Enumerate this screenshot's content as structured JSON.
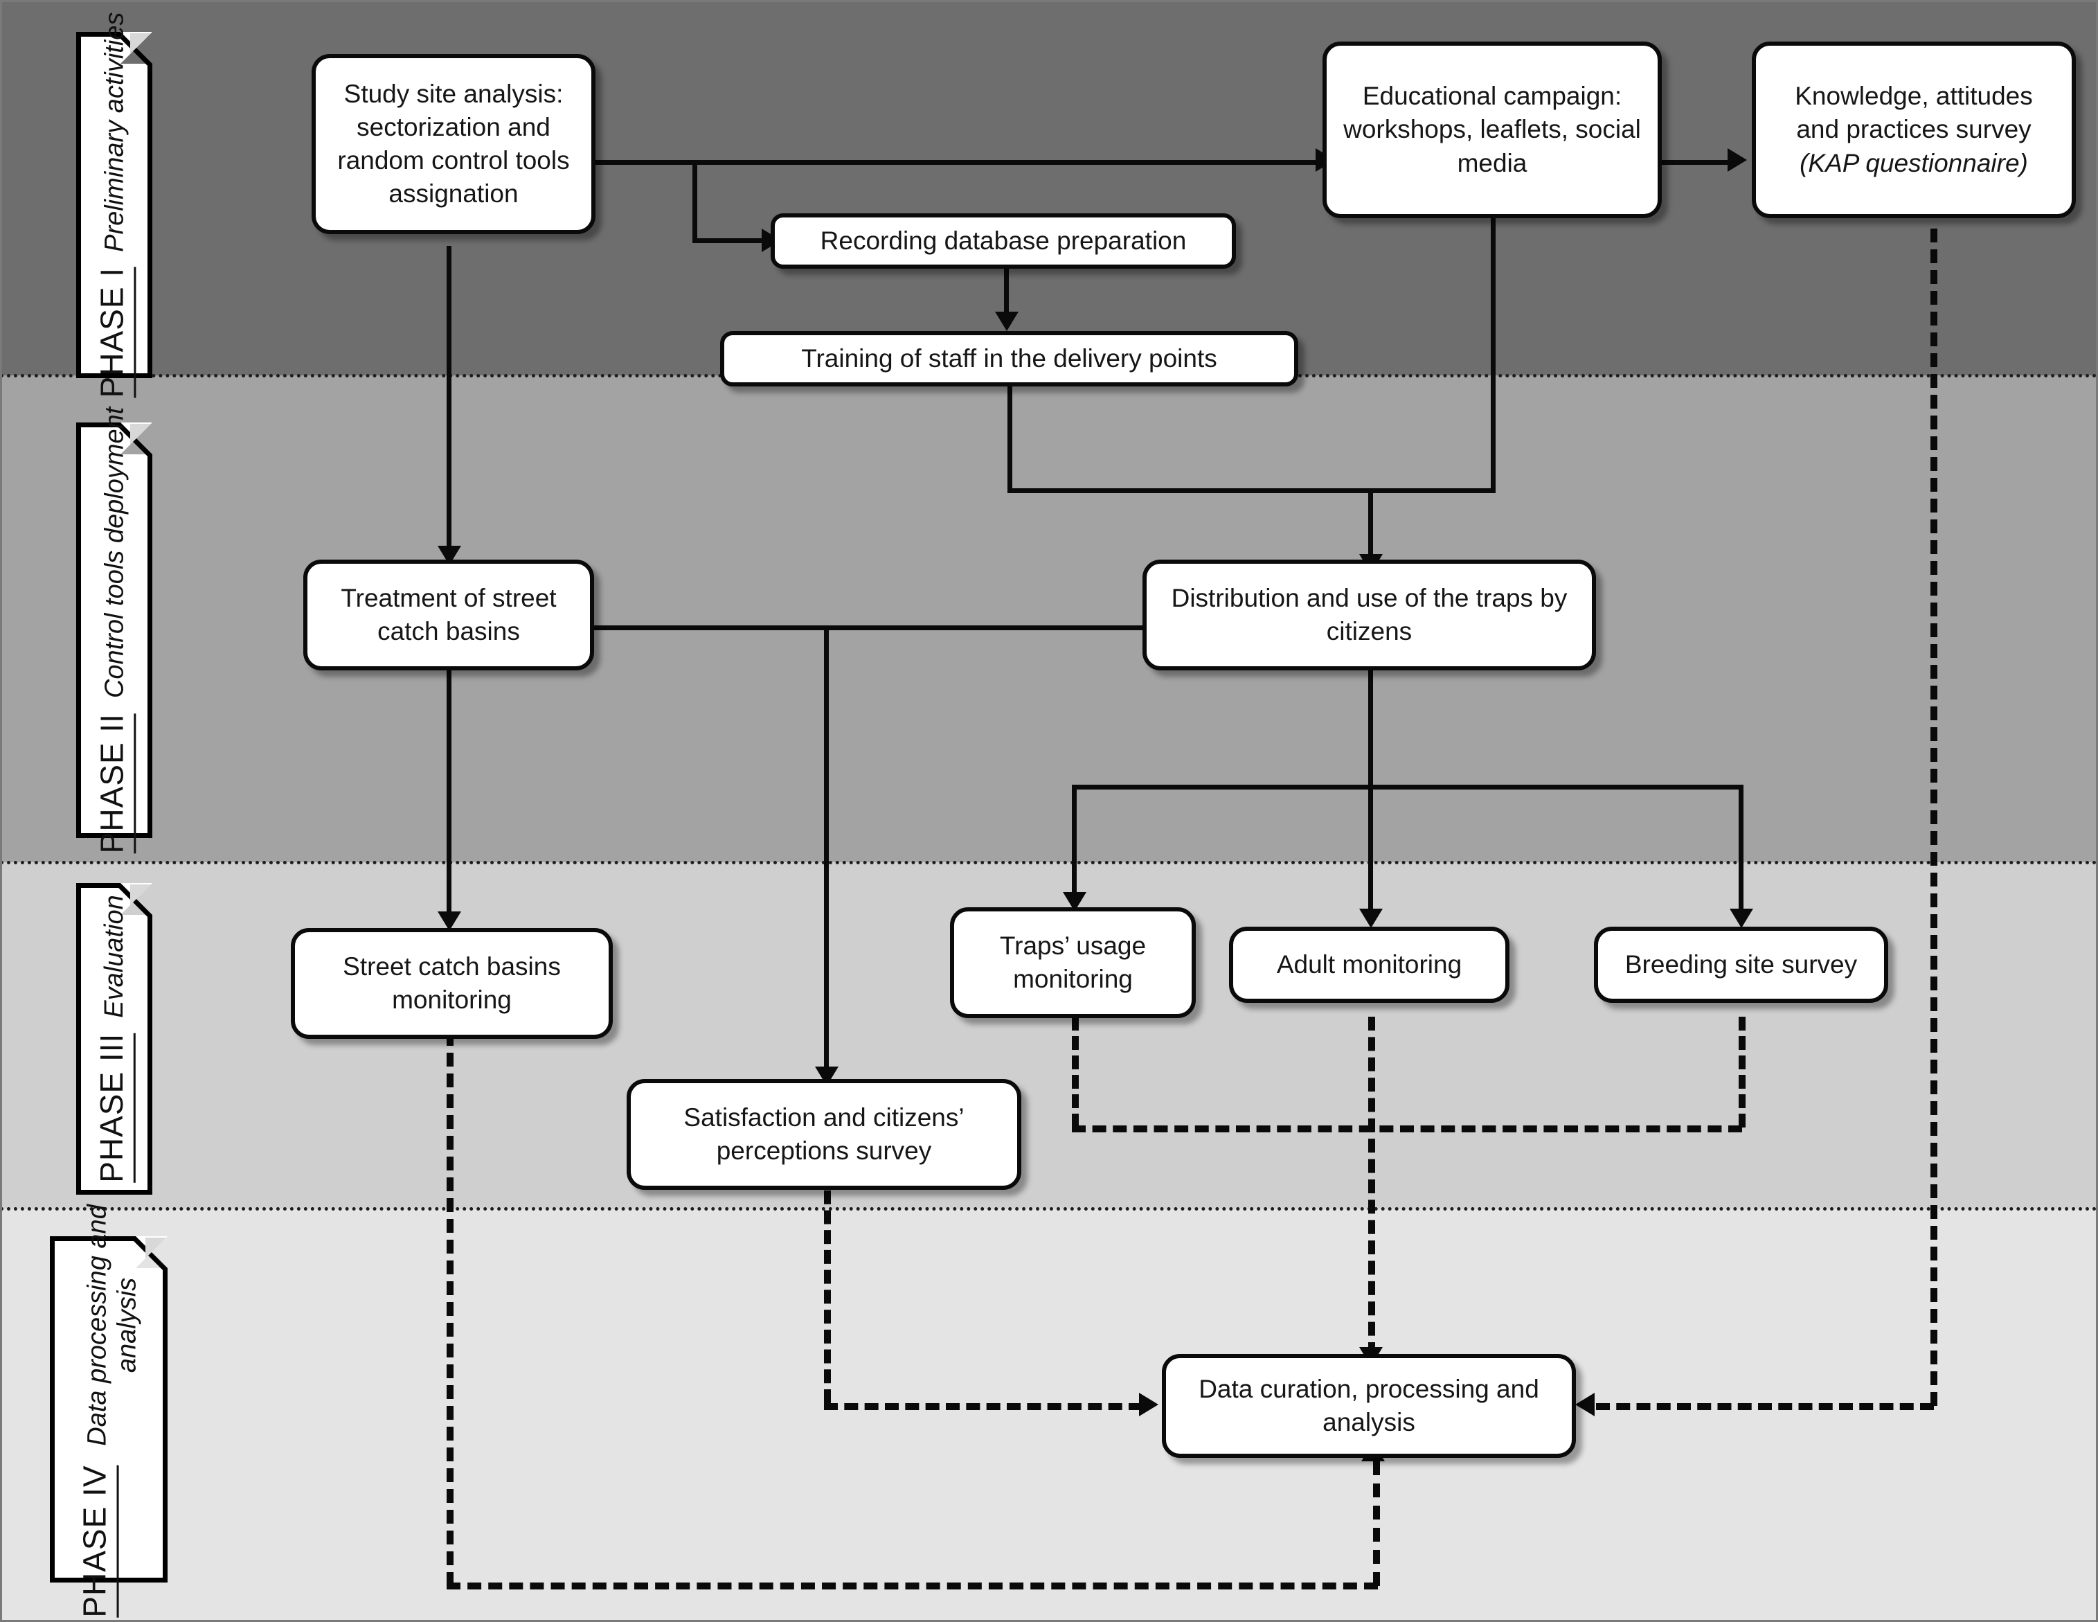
{
  "figure": {
    "type": "flowchart",
    "title": "Study design flowchart across four project phases"
  },
  "phases": [
    {
      "id": "PHASE I",
      "subtitle": "Preliminary activities",
      "band_color": "#6e6e6e"
    },
    {
      "id": "PHASE II",
      "subtitle": "Control tools deployment",
      "band_color": "#a3a3a3"
    },
    {
      "id": "PHASE III",
      "subtitle": "Evaluation",
      "band_color": "#cfcfcf"
    },
    {
      "id": "PHASE IV",
      "subtitle": "Data processing and analysis",
      "band_color": "#e4e4e4"
    }
  ],
  "nodes": {
    "study_site": "Study site analysis: sectorization and random  control tools assignation",
    "recording_db": "Recording database preparation",
    "training_staff": "Training of staff in the delivery points",
    "educational_campaign": "Educational campaign: workshops, leaflets, social media",
    "kap_survey_line1": "Knowledge, attitudes",
    "kap_survey_line2": "and practices survey",
    "kap_survey_line3": "(KAP questionnaire)",
    "treatment_basins": "Treatment of street catch basins",
    "distribution_traps": "Distribution and use of the traps by citizens",
    "street_basins_monitoring": "Street catch basins monitoring",
    "satisfaction_survey": "Satisfaction and citizens’ perceptions survey",
    "traps_usage_monitoring": "Traps’ usage monitoring",
    "adult_monitoring": "Adult monitoring",
    "breeding_site_survey": "Breeding site survey",
    "data_curation": "Data curation, processing and analysis"
  },
  "edges": [
    {
      "from": "study_site",
      "to": "educational_campaign",
      "style": "solid"
    },
    {
      "from": "study_site",
      "to": "recording_db",
      "style": "solid"
    },
    {
      "from": "study_site",
      "to": "treatment_basins",
      "style": "solid"
    },
    {
      "from": "recording_db",
      "to": "training_staff",
      "style": "solid"
    },
    {
      "from": "educational_campaign",
      "to": "kap_survey",
      "style": "solid"
    },
    {
      "from": "training_staff",
      "to": "distribution_traps",
      "style": "solid"
    },
    {
      "from": "educational_campaign",
      "to": "distribution_traps",
      "style": "solid"
    },
    {
      "from": "treatment_basins",
      "to": "street_basins_monitoring",
      "style": "solid"
    },
    {
      "from": "treatment_basins",
      "to": "satisfaction_survey",
      "style": "solid"
    },
    {
      "from": "distribution_traps",
      "to": "satisfaction_survey",
      "style": "solid"
    },
    {
      "from": "distribution_traps",
      "to": "traps_usage_monitoring",
      "style": "solid"
    },
    {
      "from": "distribution_traps",
      "to": "adult_monitoring",
      "style": "solid"
    },
    {
      "from": "distribution_traps",
      "to": "breeding_site_survey",
      "style": "solid"
    },
    {
      "from": "kap_survey",
      "to": "data_curation",
      "style": "dashed"
    },
    {
      "from": "street_basins_monitoring",
      "to": "data_curation",
      "style": "dashed"
    },
    {
      "from": "satisfaction_survey",
      "to": "data_curation",
      "style": "dashed"
    },
    {
      "from": "traps_usage_monitoring",
      "to": "data_curation",
      "style": "dashed"
    },
    {
      "from": "adult_monitoring",
      "to": "data_curation",
      "style": "dashed"
    },
    {
      "from": "breeding_site_survey",
      "to": "data_curation",
      "style": "dashed"
    }
  ],
  "colors": {
    "band_1": "#6e6e6e",
    "band_2": "#a3a3a3",
    "band_3": "#cfcfcf",
    "band_4": "#e4e4e4",
    "node_fill": "#ffffff",
    "line": "#0a0a0a"
  }
}
